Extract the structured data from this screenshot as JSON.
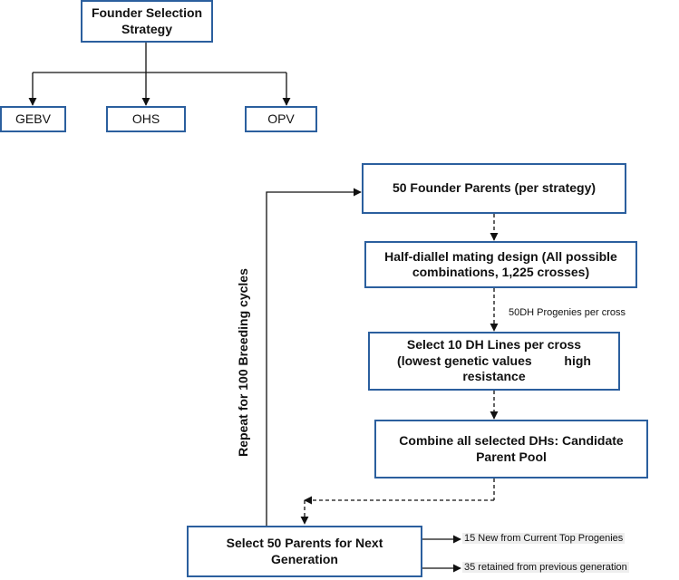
{
  "top": {
    "root_line1": "Founder Selection",
    "root_line2": "Strategy",
    "options": [
      "GEBV",
      "OHS",
      "OPV"
    ]
  },
  "flow": {
    "founders": "50 Founder Parents (per strategy)",
    "mating_line1": "Half-diallel mating design (All possible",
    "mating_line2": "combinations, 1,225 crosses)",
    "progenies_note": "50DH Progenies per cross",
    "select_line1": "Select 10 DH Lines per cross",
    "select_line2a": "(lowest genetic values",
    "select_line2b": "high",
    "select_line3": "resistance",
    "pool_line1": "Combine all selected DHs: Candidate",
    "pool_line2": "Parent Pool",
    "next_line1": "Select 50 Parents for Next",
    "next_line2": "Generation",
    "new_note": "15 New from Current Top Progenies",
    "retained_note": "35 retained from previous generation",
    "repeat_label": "Repeat for 100 Breeding cycles"
  },
  "colors": {
    "box_border": "#2b5f9e",
    "line": "#111111",
    "note_bg": "#eeeeee"
  }
}
